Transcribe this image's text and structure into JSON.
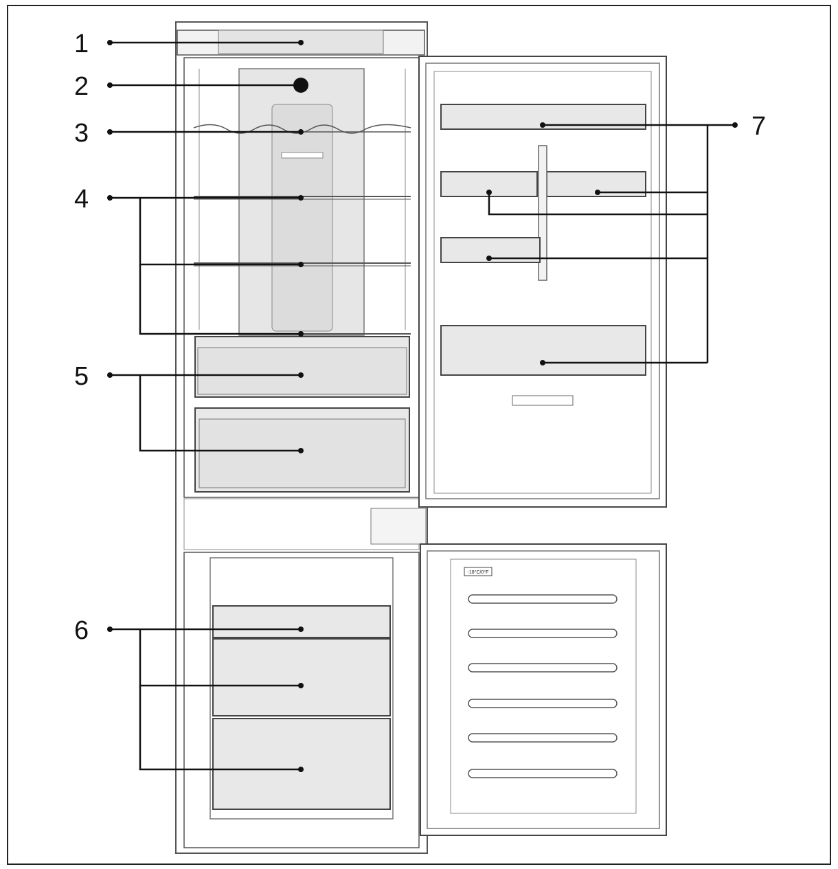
{
  "callouts": [
    {
      "number": "1"
    },
    {
      "number": "2"
    },
    {
      "number": "3"
    },
    {
      "number": "4"
    },
    {
      "number": "5"
    },
    {
      "number": "6"
    },
    {
      "number": "7"
    }
  ],
  "freezer_door_label": "-18°C/0°F",
  "colors": {
    "line": "#111111",
    "outline": "#555555",
    "panel_fill": "#e8e8e8",
    "background": "#ffffff"
  }
}
